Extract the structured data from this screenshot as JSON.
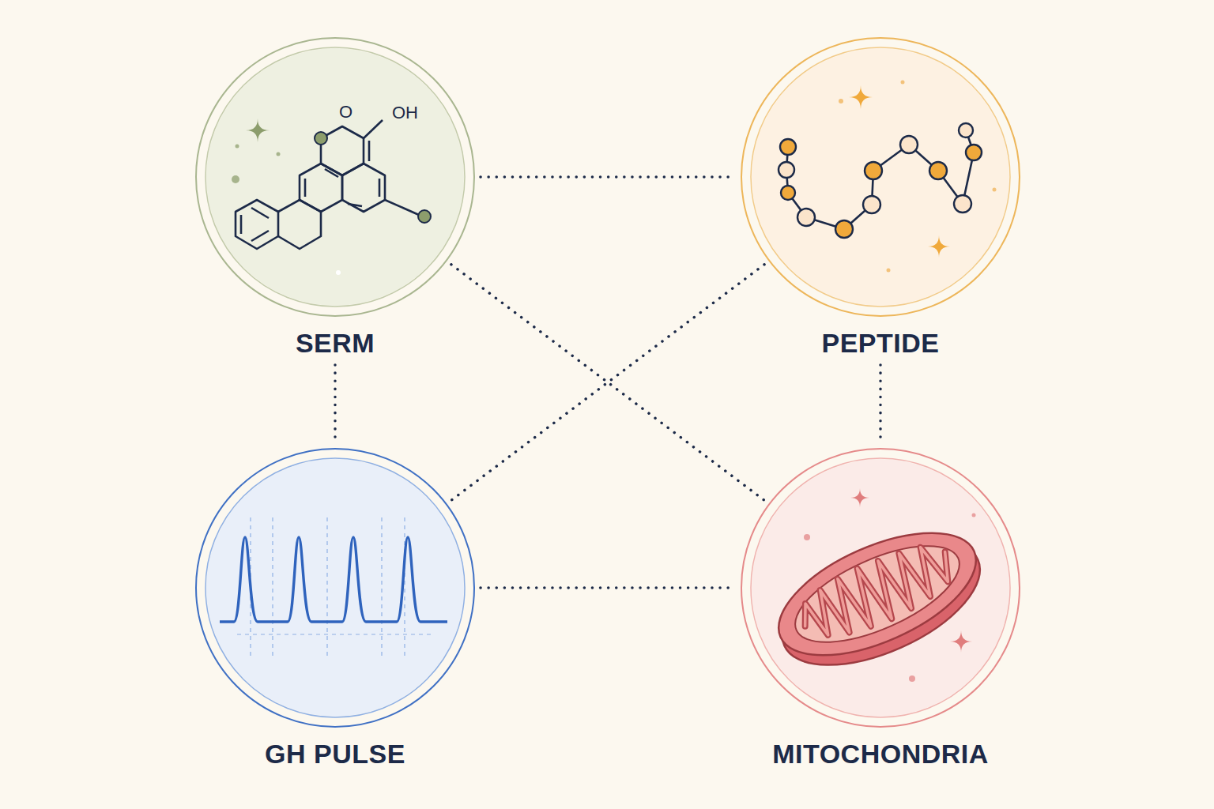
{
  "diagram": {
    "nodes": [
      {
        "text": [
          "SERM"
        ]
      },
      {
        "text": [
          "PEPTIDE"
        ]
      },
      {
        "text": [
          "GH PULSE"
        ]
      },
      {
        "text": [
          "MITOCHONDRIA"
        ]
      }
    ],
    "edges": [
      {
        "from": 0,
        "to": 1,
        "arrow": "none"
      },
      {
        "from": 0,
        "to": 2,
        "arrow": "none"
      },
      {
        "from": 0,
        "to": 3,
        "arrow": "none"
      },
      {
        "from": 1,
        "to": 2,
        "arrow": "none"
      },
      {
        "from": 1,
        "to": 3,
        "arrow": "none"
      },
      {
        "from": 2,
        "to": 3,
        "arrow": "none"
      }
    ],
    "labels": [
      "O",
      "OH"
    ]
  }
}
